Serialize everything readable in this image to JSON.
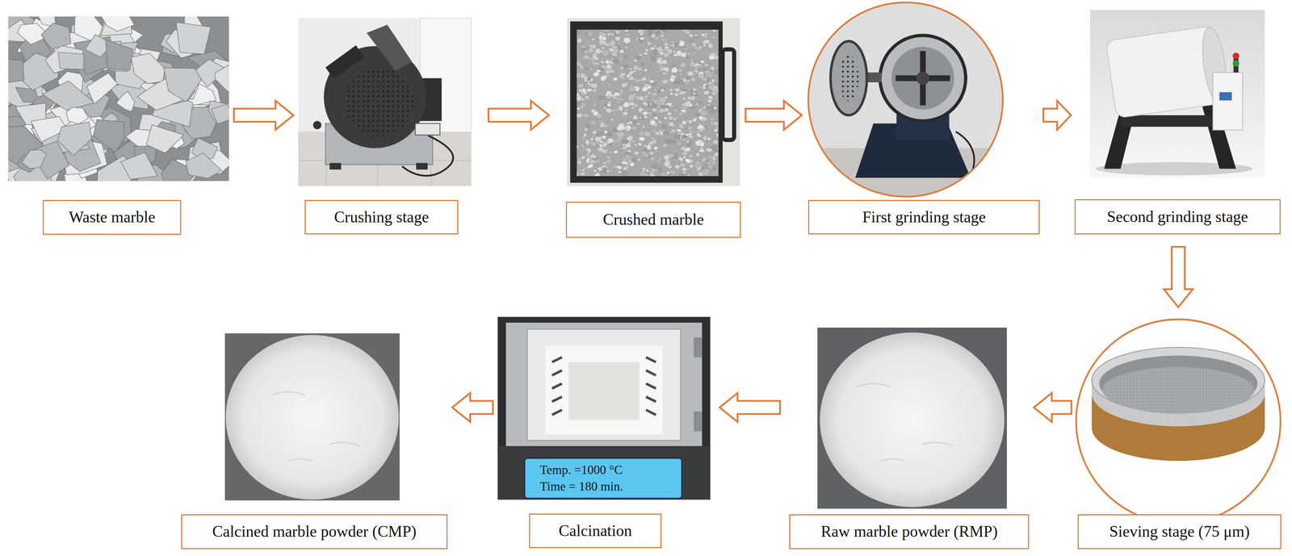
{
  "diagram": {
    "nodes": [
      {
        "text": [
          "Waste marble"
        ]
      },
      {
        "text": [
          "Crushing stage"
        ]
      },
      {
        "text": [
          "Crushed marble"
        ]
      },
      {
        "text": [
          "First grinding stage"
        ]
      },
      {
        "text": [
          "Second grinding stage"
        ]
      },
      {
        "text": [
          "Sieving stage (75 μm)"
        ]
      },
      {
        "text": [
          "Raw marble powder (RMP)"
        ]
      },
      {
        "text": [
          "Calcination"
        ]
      },
      {
        "text": [
          "Calcined marble powder (CMP)"
        ]
      }
    ],
    "edges": [
      {
        "from": 0,
        "to": 1,
        "arrow": "to"
      },
      {
        "from": 1,
        "to": 2,
        "arrow": "to"
      },
      {
        "from": 2,
        "to": 3,
        "arrow": "to"
      },
      {
        "from": 3,
        "to": 4,
        "arrow": "to"
      },
      {
        "from": 4,
        "to": 5,
        "arrow": "to"
      },
      {
        "from": 5,
        "to": 6,
        "arrow": "to"
      },
      {
        "from": 6,
        "to": 7,
        "arrow": "to"
      },
      {
        "from": 7,
        "to": 8,
        "arrow": "to"
      }
    ],
    "labels": [
      "Temp. =1000 °C",
      "Time = 180 min."
    ]
  }
}
